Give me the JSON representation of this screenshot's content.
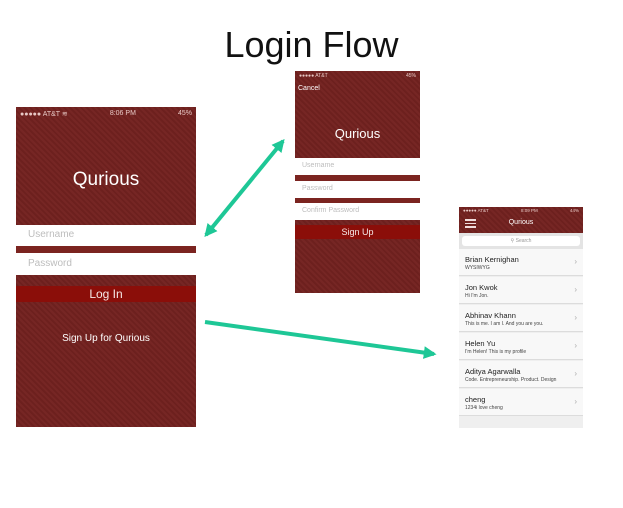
{
  "title": "Login Flow",
  "login_screen": {
    "status_carrier": "●●●●● AT&T ≋",
    "status_time": "8:06 PM",
    "status_battery": "45%",
    "app_name": "Qurious",
    "username_placeholder": "Username",
    "password_placeholder": "Password",
    "login_label": "Log In",
    "signup_link": "Sign Up for Qurious"
  },
  "signup_screen": {
    "status_carrier": "●●●●● AT&T",
    "status_battery": "45%",
    "cancel_label": "Cancel",
    "app_name": "Qurious",
    "username_placeholder": "Username",
    "password_placeholder": "Password",
    "confirm_placeholder": "Confirm Password",
    "signup_label": "Sign Up"
  },
  "list_screen": {
    "status_carrier": "●●●●● AT&T",
    "status_time": "8:09 PM",
    "status_battery": "44%",
    "nav_title": "Qurious",
    "search_placeholder": "Search",
    "users": [
      {
        "name": "Brian Kernighan",
        "bio": "WYSIWYG"
      },
      {
        "name": "Jon Kwok",
        "bio": "Hi I'm Jon."
      },
      {
        "name": "Abhinav Khann",
        "bio": "This is me. I am I. And you are you."
      },
      {
        "name": "Helen Yu",
        "bio": "I'm Helen! This is my profile"
      },
      {
        "name": "Aditya Agarwalla",
        "bio": "Code. Entrepreneurship. Product. Design"
      },
      {
        "name": "cheng",
        "bio": "1234i love cheng"
      }
    ]
  },
  "colors": {
    "maroon": "#732220",
    "button": "#8b0e09",
    "arrow": "#1ec796"
  }
}
